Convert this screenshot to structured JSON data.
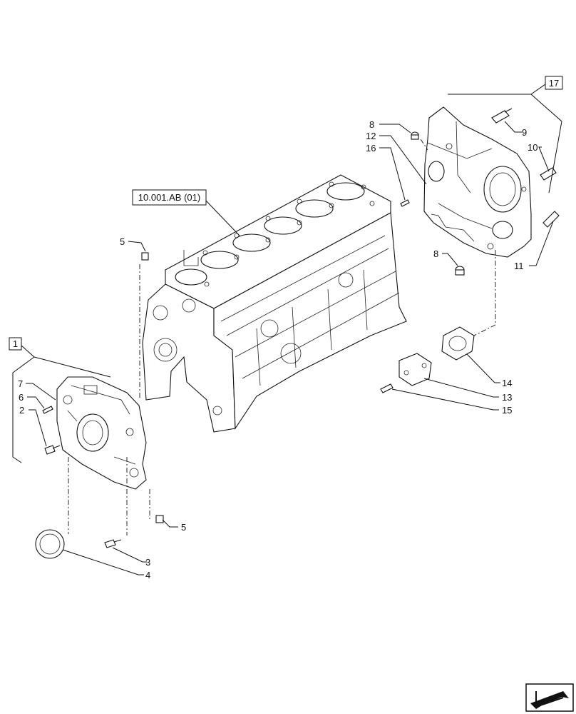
{
  "diagram": {
    "reference": "10.001.AB (01)",
    "group_labels": {
      "front_cover": "1",
      "gear_housing": "17"
    },
    "callouts": {
      "c2": "2",
      "c3": "3",
      "c4": "4",
      "c5a": "5",
      "c5b": "5",
      "c6": "6",
      "c7": "7",
      "c8a": "8",
      "c8b": "8",
      "c9": "9",
      "c10": "10",
      "c11": "11",
      "c12": "12",
      "c13": "13",
      "c14": "14",
      "c15": "15",
      "c16": "16"
    }
  }
}
